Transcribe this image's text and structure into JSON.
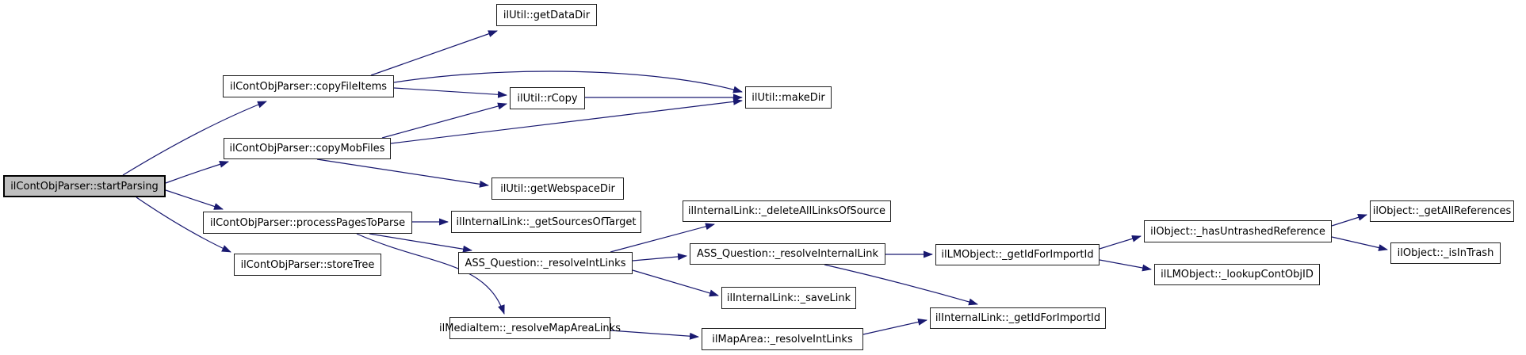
{
  "diagram": {
    "kind": "doxygen-call-graph",
    "colors": {
      "edge": "#191970",
      "node_border": "#202020",
      "node_fill": "#ffffff",
      "root_fill": "#bfbfbf",
      "background": "#ffffff",
      "text": "#000000"
    },
    "nodes": [
      {
        "id": "start-parsing",
        "label": "ilContObjParser::startParsing",
        "role": "root"
      },
      {
        "id": "copy-file-items",
        "label": "ilContObjParser::copyFileItems",
        "role": "node"
      },
      {
        "id": "copy-mob-files",
        "label": "ilContObjParser::copyMobFiles",
        "role": "node"
      },
      {
        "id": "get-data-dir",
        "label": "ilUtil::getDataDir",
        "role": "node"
      },
      {
        "id": "r-copy",
        "label": "ilUtil::rCopy",
        "role": "node"
      },
      {
        "id": "make-dir",
        "label": "ilUtil::makeDir",
        "role": "node"
      },
      {
        "id": "get-webspace-dir",
        "label": "ilUtil::getWebspaceDir",
        "role": "node"
      },
      {
        "id": "process-pages-to-parse",
        "label": "ilContObjParser::processPagesToParse",
        "role": "node"
      },
      {
        "id": "store-tree",
        "label": "ilContObjParser::storeTree",
        "role": "node"
      },
      {
        "id": "get-sources-of-target",
        "label": "ilInternalLink::_getSourcesOfTarget",
        "role": "node"
      },
      {
        "id": "ass-resolve-int-links",
        "label": "ASS_Question::_resolveIntLinks",
        "role": "node"
      },
      {
        "id": "delete-all-links-of-source",
        "label": "ilInternalLink::_deleteAllLinksOfSource",
        "role": "node"
      },
      {
        "id": "ass-resolve-internal-link",
        "label": "ASS_Question::_resolveInternalLink",
        "role": "node"
      },
      {
        "id": "lm-get-id-for-import-id",
        "label": "ilLMObject::_getIdForImportId",
        "role": "node"
      },
      {
        "id": "save-link",
        "label": "ilInternalLink::_saveLink",
        "role": "node"
      },
      {
        "id": "media-resolve-map-area-links",
        "label": "ilMediaItem::_resolveMapAreaLinks",
        "role": "node"
      },
      {
        "id": "map-area-resolve-int-links",
        "label": "ilMapArea::_resolveIntLinks",
        "role": "node"
      },
      {
        "id": "il-get-id-for-import-id",
        "label": "ilInternalLink::_getIdForImportId",
        "role": "node"
      },
      {
        "id": "has-untrashed-reference",
        "label": "ilObject::_hasUntrashedReference",
        "role": "node"
      },
      {
        "id": "get-all-references",
        "label": "ilObject::_getAllReferences",
        "role": "node"
      },
      {
        "id": "is-in-trash",
        "label": "ilObject::_isInTrash",
        "role": "node"
      },
      {
        "id": "lookup-cont-obj-id",
        "label": "ilLMObject::_lookupContObjID",
        "role": "node"
      }
    ],
    "edges": [
      {
        "from": "start-parsing",
        "to": "copy-file-items"
      },
      {
        "from": "start-parsing",
        "to": "copy-mob-files"
      },
      {
        "from": "start-parsing",
        "to": "process-pages-to-parse"
      },
      {
        "from": "start-parsing",
        "to": "store-tree"
      },
      {
        "from": "copy-file-items",
        "to": "get-data-dir"
      },
      {
        "from": "copy-file-items",
        "to": "r-copy"
      },
      {
        "from": "copy-file-items",
        "to": "make-dir"
      },
      {
        "from": "copy-mob-files",
        "to": "r-copy"
      },
      {
        "from": "copy-mob-files",
        "to": "make-dir"
      },
      {
        "from": "copy-mob-files",
        "to": "get-webspace-dir"
      },
      {
        "from": "r-copy",
        "to": "make-dir"
      },
      {
        "from": "process-pages-to-parse",
        "to": "get-sources-of-target"
      },
      {
        "from": "process-pages-to-parse",
        "to": "ass-resolve-int-links"
      },
      {
        "from": "process-pages-to-parse",
        "to": "media-resolve-map-area-links"
      },
      {
        "from": "ass-resolve-int-links",
        "to": "delete-all-links-of-source"
      },
      {
        "from": "ass-resolve-int-links",
        "to": "ass-resolve-internal-link"
      },
      {
        "from": "ass-resolve-int-links",
        "to": "save-link"
      },
      {
        "from": "ass-resolve-internal-link",
        "to": "lm-get-id-for-import-id"
      },
      {
        "from": "ass-resolve-internal-link",
        "to": "il-get-id-for-import-id"
      },
      {
        "from": "media-resolve-map-area-links",
        "to": "map-area-resolve-int-links"
      },
      {
        "from": "map-area-resolve-int-links",
        "to": "il-get-id-for-import-id"
      },
      {
        "from": "lm-get-id-for-import-id",
        "to": "has-untrashed-reference"
      },
      {
        "from": "lm-get-id-for-import-id",
        "to": "lookup-cont-obj-id"
      },
      {
        "from": "has-untrashed-reference",
        "to": "get-all-references"
      },
      {
        "from": "has-untrashed-reference",
        "to": "is-in-trash"
      }
    ]
  }
}
